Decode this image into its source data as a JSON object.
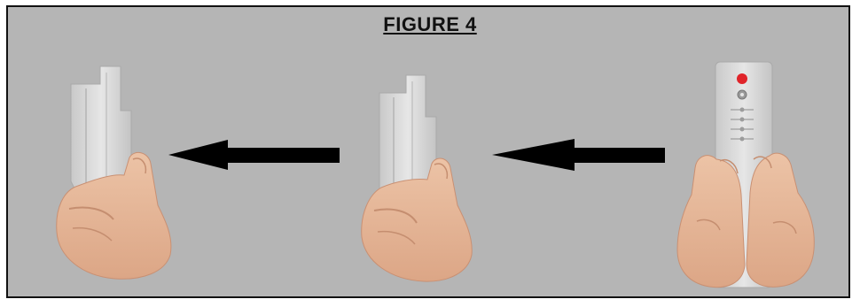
{
  "figure": {
    "title": "FIGURE 4"
  },
  "colors": {
    "background": "#b5b5b5",
    "border": "#111111",
    "arrow": "#000000",
    "skin": "#e7b99b",
    "skin_shade": "#cf9677",
    "remote": "#dcdcdc",
    "remote_shade": "#bdbdbd",
    "red_button": "#e0242a"
  },
  "steps": [
    {
      "illustration": "hand-holding-remote-side-view"
    },
    {
      "illustration": "hand-holding-remote-side-view"
    },
    {
      "illustration": "two-hands-holding-remote-front-view"
    }
  ],
  "arrows": [
    {
      "direction": "left",
      "from_step": 3,
      "to_step": 2
    },
    {
      "direction": "left",
      "from_step": 2,
      "to_step": 1
    }
  ]
}
